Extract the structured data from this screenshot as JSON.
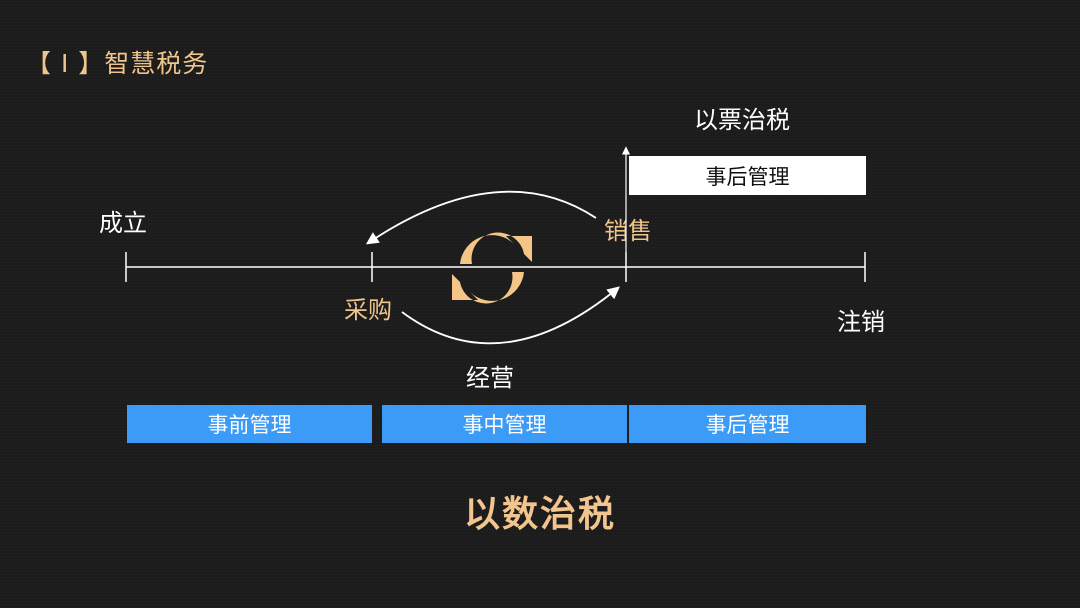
{
  "title": "【 I 】智慧税务",
  "labels": {
    "ticket_tax": "以票治税",
    "established": "成立",
    "sales": "销售",
    "purchase": "采购",
    "cancel": "注销",
    "operation": "经营"
  },
  "post_management_top": "事后管理",
  "phases": [
    "事前管理",
    "事中管理",
    "事后管理"
  ],
  "bottom_slogan": "以数治税",
  "icons": {
    "cycle": "refresh-cycle-icon"
  },
  "colors": {
    "accent_gold": "#f0c58c",
    "blue": "#3b9bf6",
    "background": "#1b1b1b",
    "line": "#ffffff"
  }
}
